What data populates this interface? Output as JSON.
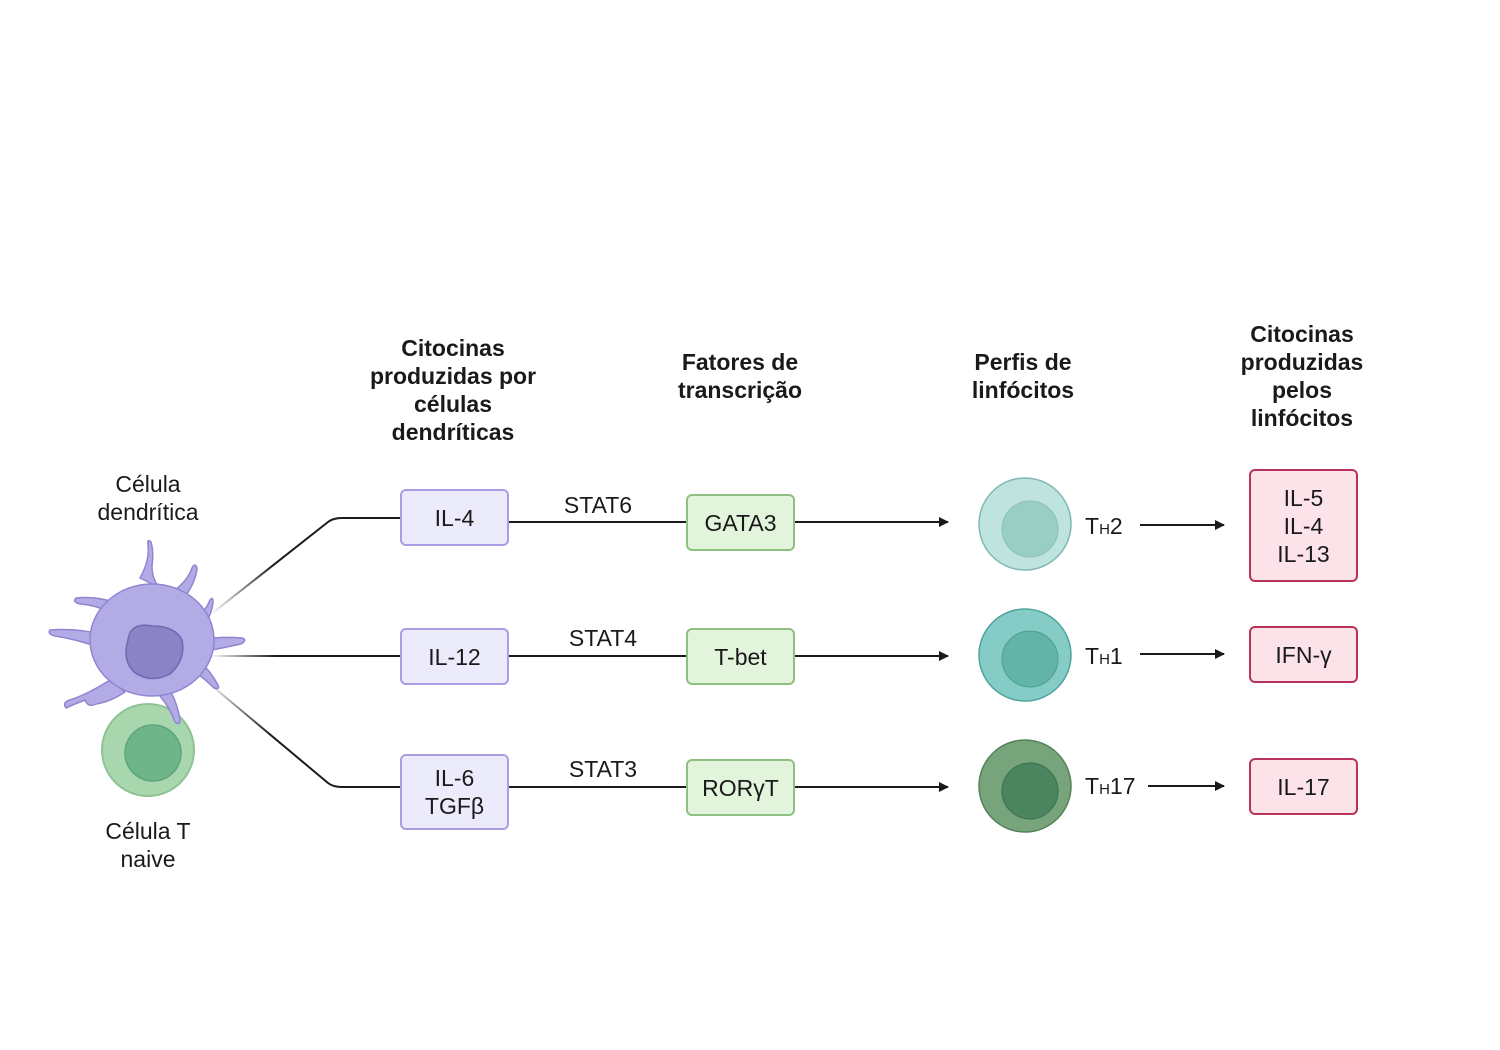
{
  "headers": {
    "dc_cytokines": "Citocinas\nproduzidas por\ncélulas\ndendríticas",
    "transcription_factors": "Fatores de\ntranscrição",
    "lymphocyte_profiles": "Perfis de\nlinfócitos",
    "lymphocyte_cytokines": "Citocinas\nproduzidas\npelos\nlinfócitos"
  },
  "cells": {
    "dendritic_label": "Célula\ndendrítica",
    "naive_t_label": "Célula T\nnaive"
  },
  "pathways": [
    {
      "cytokine": "IL-4",
      "stat": "STAT6",
      "factor": "GATA3",
      "profile_main": "T",
      "profile_sub": "H",
      "profile_num": "2",
      "outputs": "IL-5\nIL-4\nIL-13",
      "cell_color": "#bfe3df",
      "nucleus_color": "#99cec4"
    },
    {
      "cytokine": "IL-12",
      "stat": "STAT4",
      "factor": "T-bet",
      "profile_main": "T",
      "profile_sub": "H",
      "profile_num": "1",
      "outputs": "IFN-γ",
      "cell_color": "#86ccc6",
      "nucleus_color": "#62b3a8"
    },
    {
      "cytokine": "IL-6\nTGFβ",
      "stat": "STAT3",
      "factor": "RORγT",
      "profile_main": "T",
      "profile_sub": "H",
      "profile_num": "17",
      "outputs": "IL-17",
      "cell_color": "#77a47a",
      "nucleus_color": "#4a8560"
    }
  ],
  "colors": {
    "dendritic_cell": "#b3abe6",
    "dendritic_nucleus": "#8b83c6",
    "naive_cell": "#a8d6ad",
    "naive_nucleus": "#6eb58a",
    "line": "#1a1a1a"
  }
}
